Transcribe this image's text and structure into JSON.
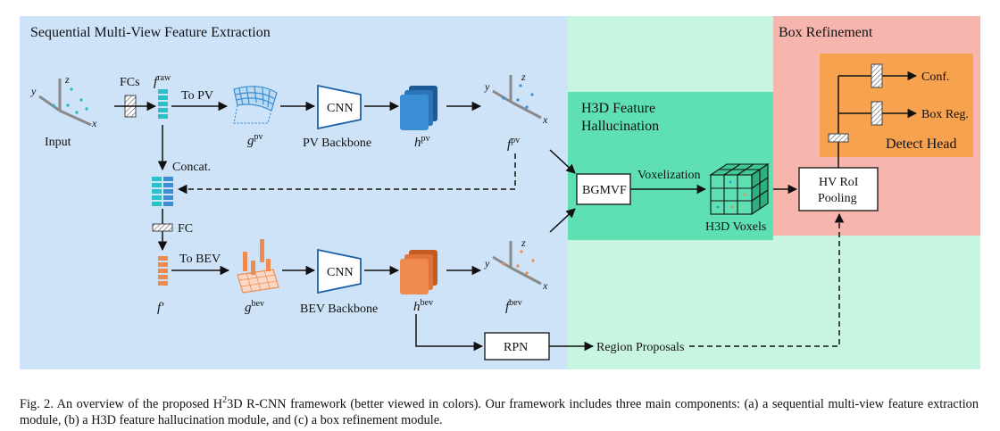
{
  "regions": {
    "extraction_title": "Sequential Multi-View Feature Extraction",
    "hallucination_title_line1": "H3D Feature",
    "hallucination_title_line2": "Hallucination",
    "refinement_title": "Box Refinement",
    "detect_head_title": "Detect Head"
  },
  "pv_branch": {
    "input_label": "Input",
    "fcs_label": "FCs",
    "f_raw_symbol": "f",
    "f_raw_sup": "raw",
    "to_pv_label": "To PV",
    "g_pv_symbol": "g",
    "g_pv_sup": "pv",
    "cnn_label": "CNN",
    "backbone_label": "PV Backbone",
    "h_pv_symbol": "h",
    "h_pv_sup": "pv",
    "f_pv_symbol": "f",
    "f_pv_sup": "pv"
  },
  "concat_label": "Concat.",
  "fc_label": "FC",
  "bev_branch": {
    "f_prime_symbol": "f′",
    "to_bev_label": "To BEV",
    "g_bev_symbol": "g",
    "g_bev_sup": "bev",
    "cnn_label": "CNN",
    "backbone_label": "BEV Backbone",
    "h_bev_symbol": "h",
    "h_bev_sup": "bev",
    "f_bev_symbol": "f",
    "f_bev_sup": "bev"
  },
  "axes": {
    "x": "x",
    "y": "y",
    "z": "z"
  },
  "bgmvf_label": "BGMVF",
  "voxelization_label": "Voxelization",
  "h3d_voxels_label": "H3D Voxels",
  "rpn_label": "RPN",
  "region_proposals_label": "Region Proposals",
  "roi_pooling_line1": "HV RoI",
  "roi_pooling_line2": "Pooling",
  "conf_label": "Conf.",
  "box_reg_label": "Box Reg.",
  "caption": {
    "prefix": "Fig. 2.  An overview of the proposed H",
    "sup": "2",
    "rest": "3D R-CNN framework (better viewed in colors). Our framework includes three main components: (a) a sequential multi-view feature extraction module, (b) a H3D feature hallucination module, and (c) a box refinement module."
  },
  "colors": {
    "extraction_bg": "#cfe3f8",
    "hallucination_outer_bg": "#c8f5e2",
    "hallucination_inner_bg": "#5ee0b2",
    "refinement_bg": "#f6b6ae",
    "detect_head_bg": "#f7a24f",
    "pv_accent": "#3a8ed4",
    "bev_accent": "#f08b50",
    "feature_teal": "#2bbfc6"
  }
}
